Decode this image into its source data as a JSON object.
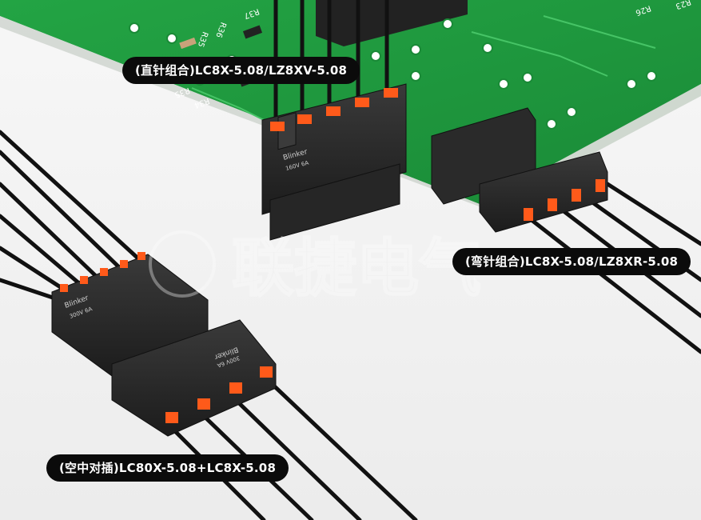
{
  "labels": {
    "straight_pin_combo": "(直针组合)LC8X-5.08/LZ8XV-5.08",
    "bent_pin_combo": "(弯针组合)LC8X-5.08/LZ8XR-5.08",
    "docking_combo": "(空中对插)LC80X-5.08+LC8X-5.08"
  },
  "watermark": {
    "text": "联捷电气"
  },
  "pcb_markings": [
    "R37",
    "R36",
    "R35",
    "R34",
    "R35",
    "R26",
    "R23"
  ],
  "connector_brand": "Blinker",
  "connector_ratings": [
    "160V 6A",
    "300V 6A",
    "300V 6A"
  ],
  "colors": {
    "background": "#f2f2f2",
    "pcb_green": "#1f9a3e",
    "connector_body": "#2a2a2a",
    "latch_orange": "#ff5a1a",
    "wire": "#111111",
    "label_bg": "#0b0b0b",
    "label_text": "#ffffff"
  }
}
